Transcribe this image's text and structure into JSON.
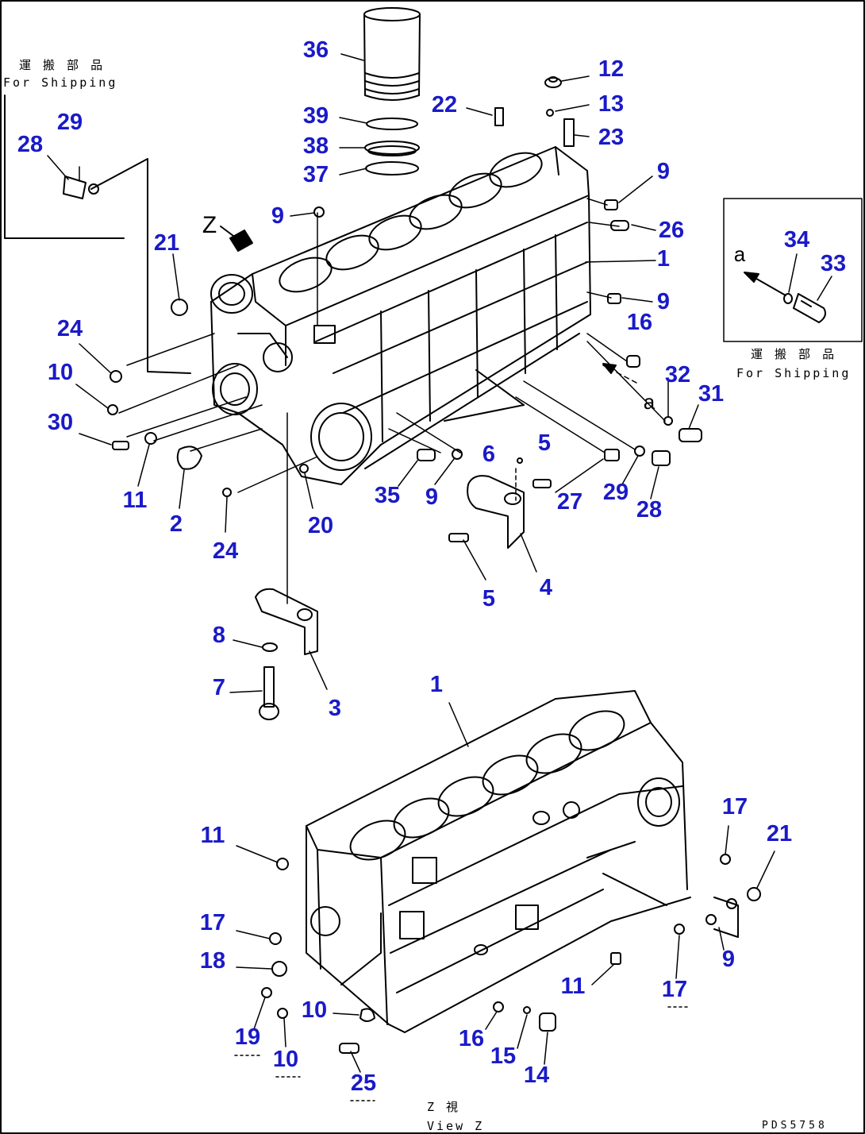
{
  "colors": {
    "callout": "#1a1ac8",
    "line": "#000000",
    "background": "#ffffff"
  },
  "shipping_note": {
    "jp": "運 搬 部 品",
    "en": "For Shipping"
  },
  "inset_shipping_note": {
    "jp": "運 搬 部 品",
    "en": "For Shipping"
  },
  "view": {
    "jp": "Z 視",
    "en": "View Z"
  },
  "drawing_code": "PDS5758",
  "letters": {
    "z_arrow": "Z",
    "inset_a": "a",
    "main_a": "a"
  },
  "callouts_upper": [
    {
      "id": "u36",
      "text": "36"
    },
    {
      "id": "u12",
      "text": "12"
    },
    {
      "id": "u13",
      "text": "13"
    },
    {
      "id": "u23",
      "text": "23"
    },
    {
      "id": "u22",
      "text": "22"
    },
    {
      "id": "u39",
      "text": "39"
    },
    {
      "id": "u38",
      "text": "38"
    },
    {
      "id": "u37",
      "text": "37"
    },
    {
      "id": "u29a",
      "text": "29"
    },
    {
      "id": "u28a",
      "text": "28"
    },
    {
      "id": "u9a",
      "text": "9"
    },
    {
      "id": "u9b",
      "text": "9"
    },
    {
      "id": "u26",
      "text": "26"
    },
    {
      "id": "u1",
      "text": "1"
    },
    {
      "id": "u9c",
      "text": "9"
    },
    {
      "id": "u16",
      "text": "16"
    },
    {
      "id": "u21",
      "text": "21"
    },
    {
      "id": "u24a",
      "text": "24"
    },
    {
      "id": "u10",
      "text": "10"
    },
    {
      "id": "u30",
      "text": "30"
    },
    {
      "id": "u11",
      "text": "11"
    },
    {
      "id": "u2",
      "text": "2"
    },
    {
      "id": "u24b",
      "text": "24"
    },
    {
      "id": "u20",
      "text": "20"
    },
    {
      "id": "u35",
      "text": "35"
    },
    {
      "id": "u9d",
      "text": "9"
    },
    {
      "id": "u6",
      "text": "6"
    },
    {
      "id": "u5a",
      "text": "5"
    },
    {
      "id": "u27",
      "text": "27"
    },
    {
      "id": "u29b",
      "text": "29"
    },
    {
      "id": "u28b",
      "text": "28"
    },
    {
      "id": "u32",
      "text": "32"
    },
    {
      "id": "u31",
      "text": "31"
    },
    {
      "id": "u34",
      "text": "34"
    },
    {
      "id": "u33",
      "text": "33"
    },
    {
      "id": "u4",
      "text": "4"
    },
    {
      "id": "u5b",
      "text": "5"
    },
    {
      "id": "u8",
      "text": "8"
    },
    {
      "id": "u7",
      "text": "7"
    },
    {
      "id": "u3",
      "text": "3"
    }
  ],
  "callouts_lower": [
    {
      "id": "l1",
      "text": "1"
    },
    {
      "id": "l17a",
      "text": "17"
    },
    {
      "id": "l21",
      "text": "21"
    },
    {
      "id": "l11a",
      "text": "11"
    },
    {
      "id": "l17b",
      "text": "17"
    },
    {
      "id": "l18",
      "text": "18"
    },
    {
      "id": "l9",
      "text": "9"
    },
    {
      "id": "l11b",
      "text": "11"
    },
    {
      "id": "l17c",
      "text": "17"
    },
    {
      "id": "l10a",
      "text": "10"
    },
    {
      "id": "l19",
      "text": "19"
    },
    {
      "id": "l10b",
      "text": "10"
    },
    {
      "id": "l16",
      "text": "16"
    },
    {
      "id": "l15",
      "text": "15"
    },
    {
      "id": "l14",
      "text": "14"
    },
    {
      "id": "l25",
      "text": "25"
    }
  ]
}
